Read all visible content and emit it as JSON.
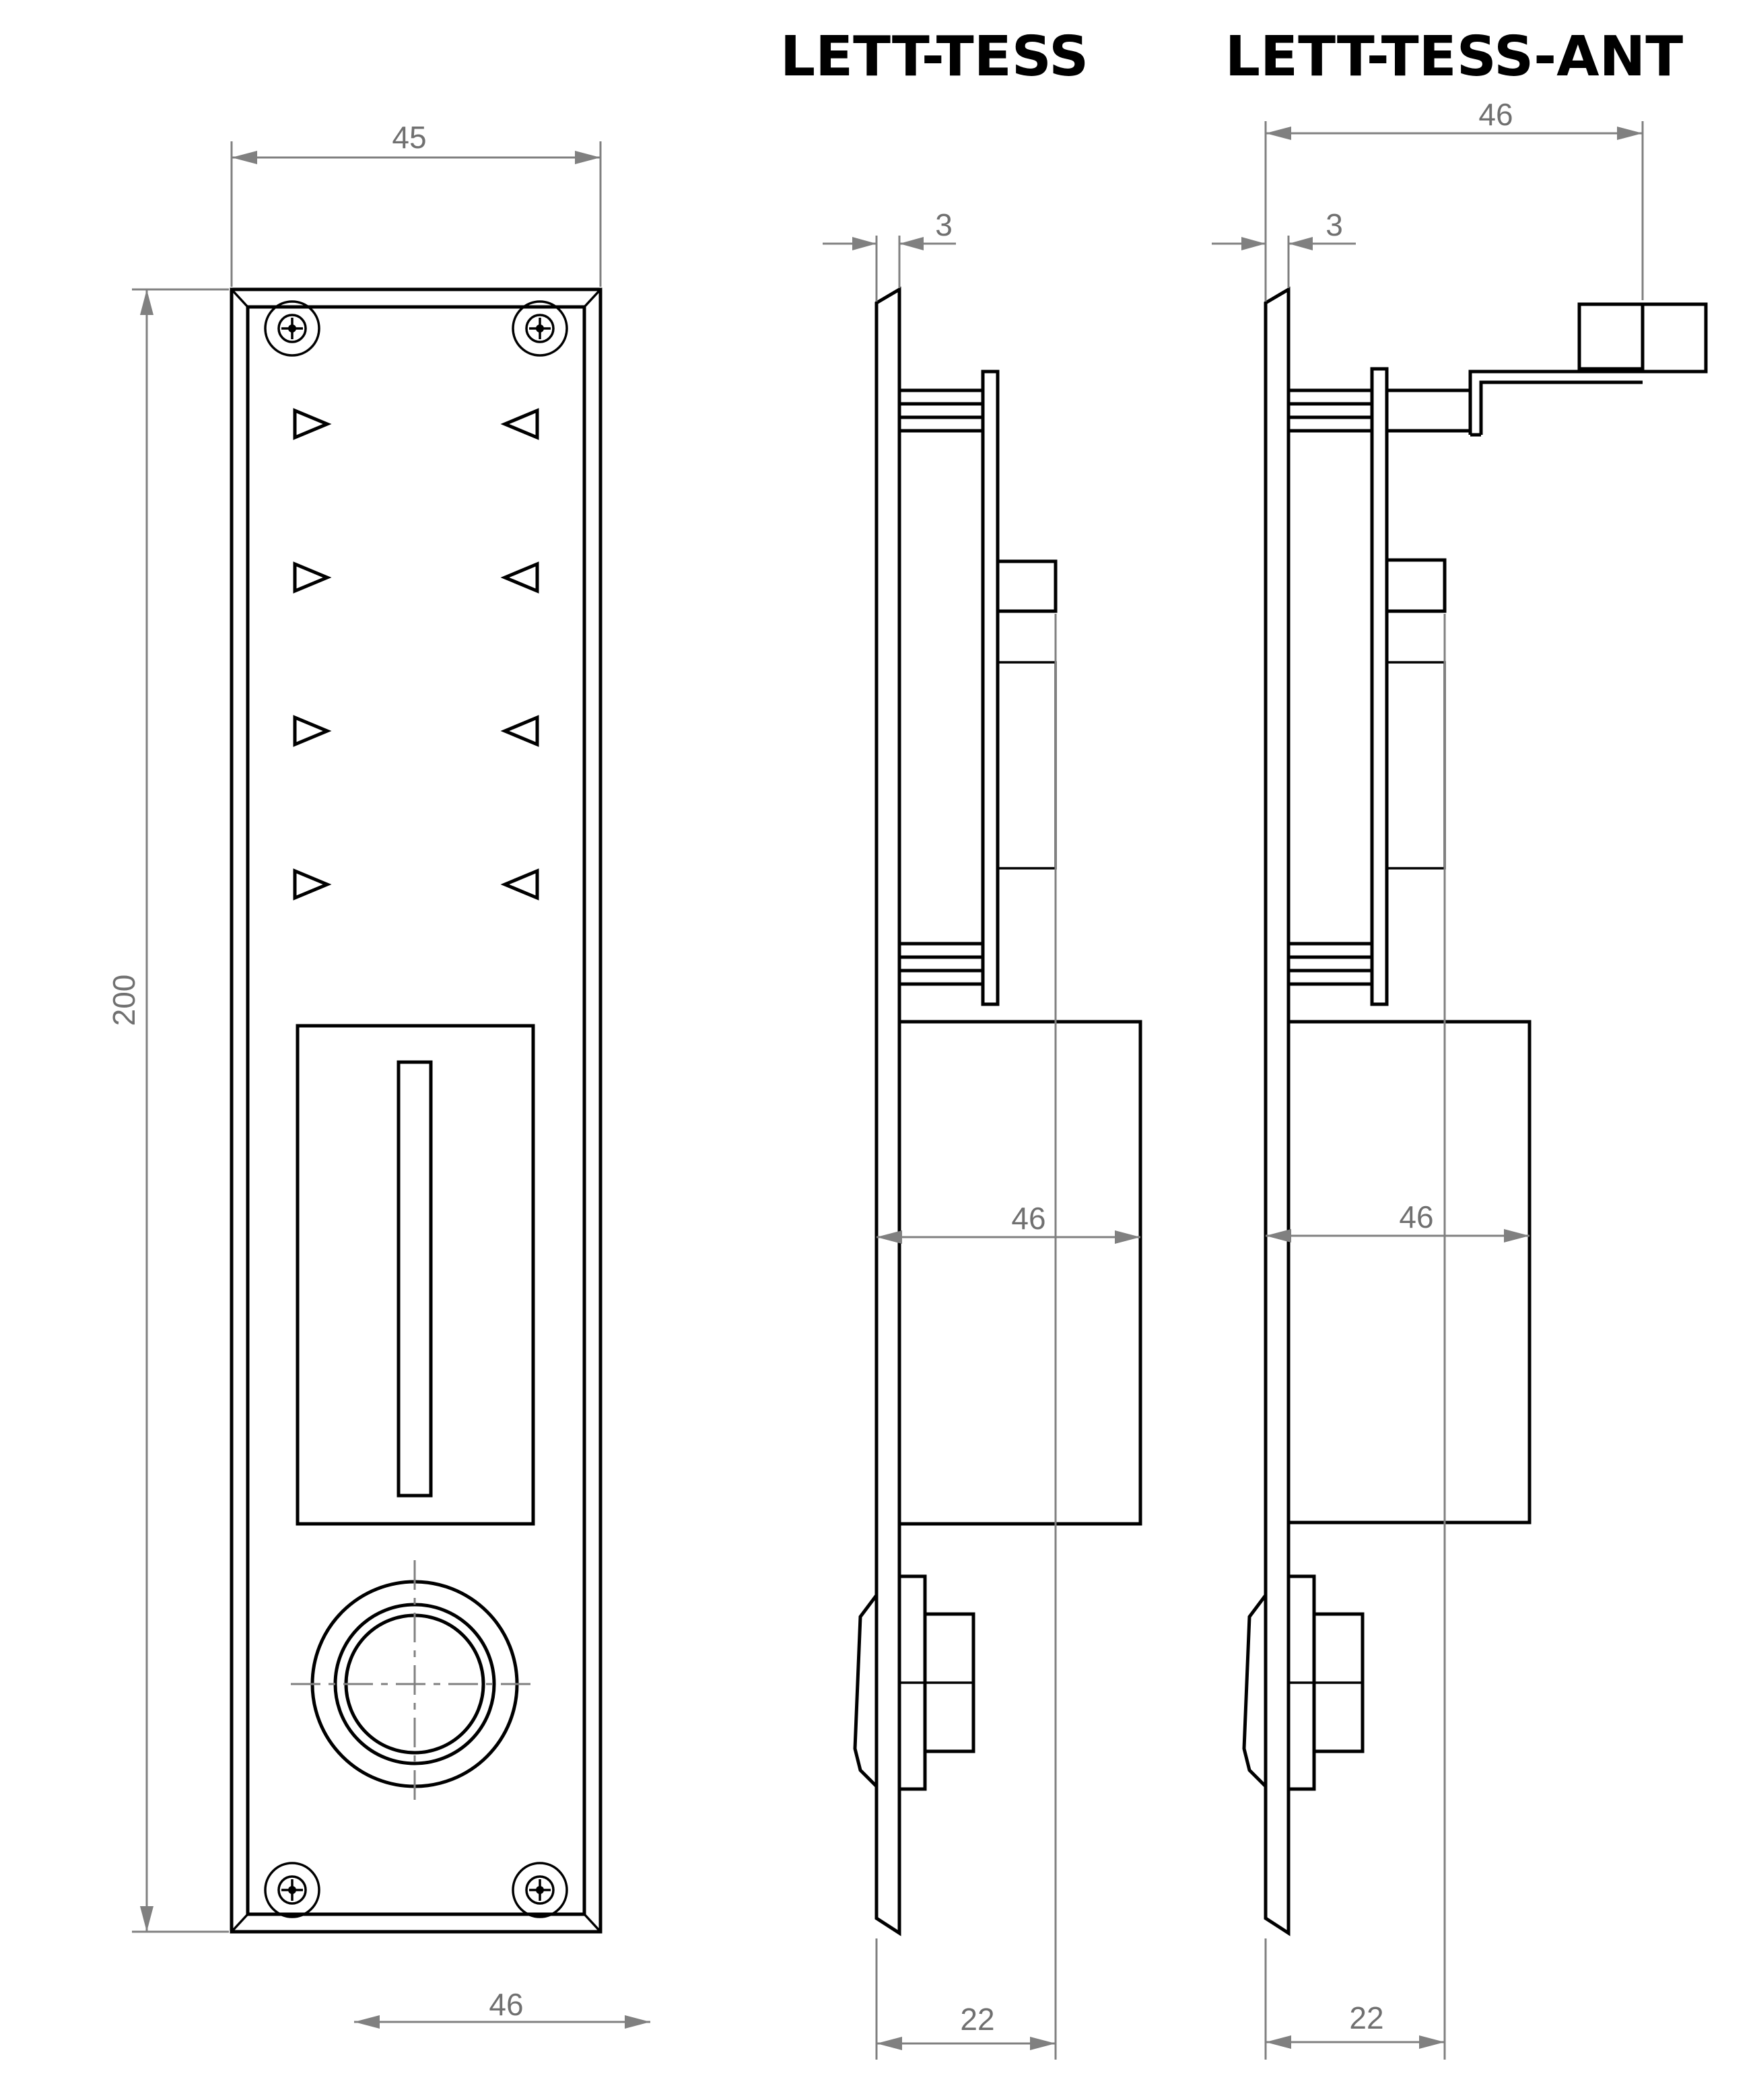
{
  "titles": {
    "side_view_a": "LETT-TESS",
    "side_view_b": "LETT-TESS-ANT"
  },
  "dimensions": {
    "front_width_top": "45",
    "front_height": "200",
    "front_width_bottom": "46",
    "a_thickness": "3",
    "a_box_depth": "46",
    "a_button_depth": "22",
    "b_overall_depth": "46",
    "b_thickness": "3",
    "b_box_depth": "46",
    "b_button_depth": "22"
  },
  "colors": {
    "outline": "#000000",
    "dimension_lines": "#808080",
    "dimension_text": "#707070",
    "background": "#ffffff"
  }
}
